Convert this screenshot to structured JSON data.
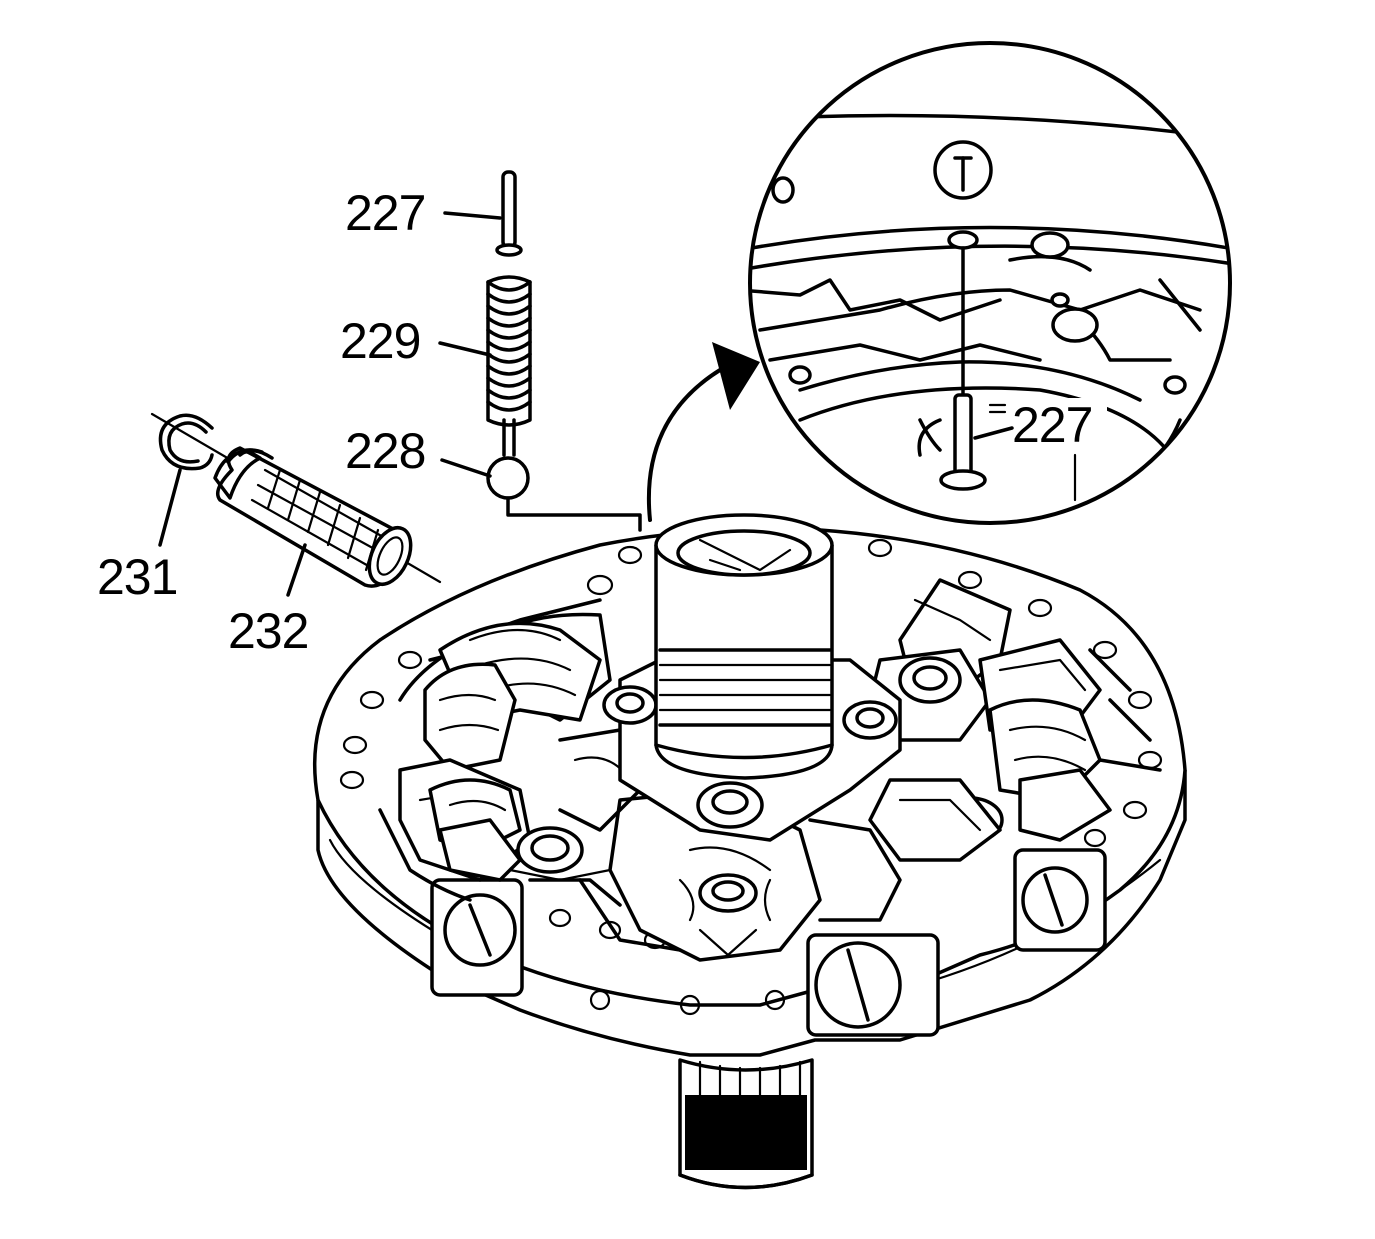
{
  "diagram": {
    "callouts": [
      {
        "id": "227-top",
        "text": "227"
      },
      {
        "id": "229",
        "text": "229"
      },
      {
        "id": "228",
        "text": "228"
      },
      {
        "id": "231",
        "text": "231"
      },
      {
        "id": "232",
        "text": "232"
      },
      {
        "id": "227-detail",
        "text": "227"
      }
    ],
    "colors": {
      "ink": "#000000",
      "paper": "#ffffff"
    }
  }
}
